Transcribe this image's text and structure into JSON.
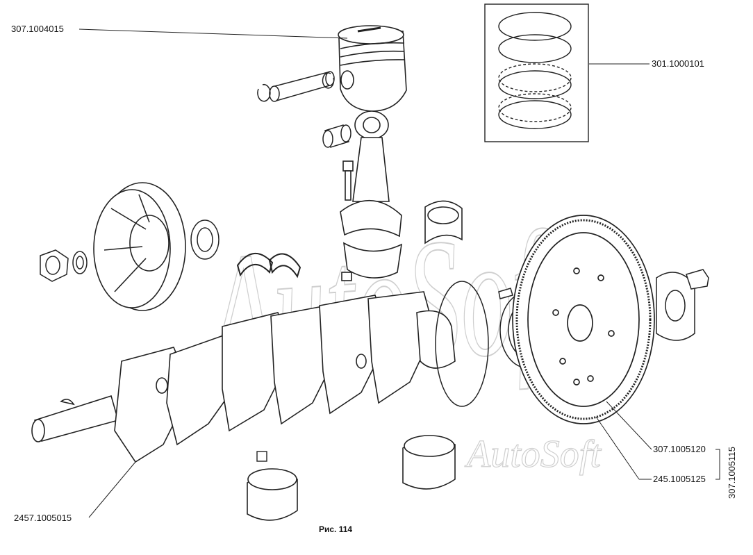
{
  "watermark": {
    "text": "AutoSoft",
    "color": "#cfcfcf"
  },
  "callouts": {
    "piston": "307.1004015",
    "rings": "301.1000101",
    "crankshaft": "2457.1005015",
    "flywheel": "307.1005120",
    "flywheel_ring": "245.1005125",
    "flywheel_assembly": "307.1005115"
  },
  "caption": "Рис. 114",
  "colors": {
    "ink": "#111111",
    "line": "#222222"
  }
}
